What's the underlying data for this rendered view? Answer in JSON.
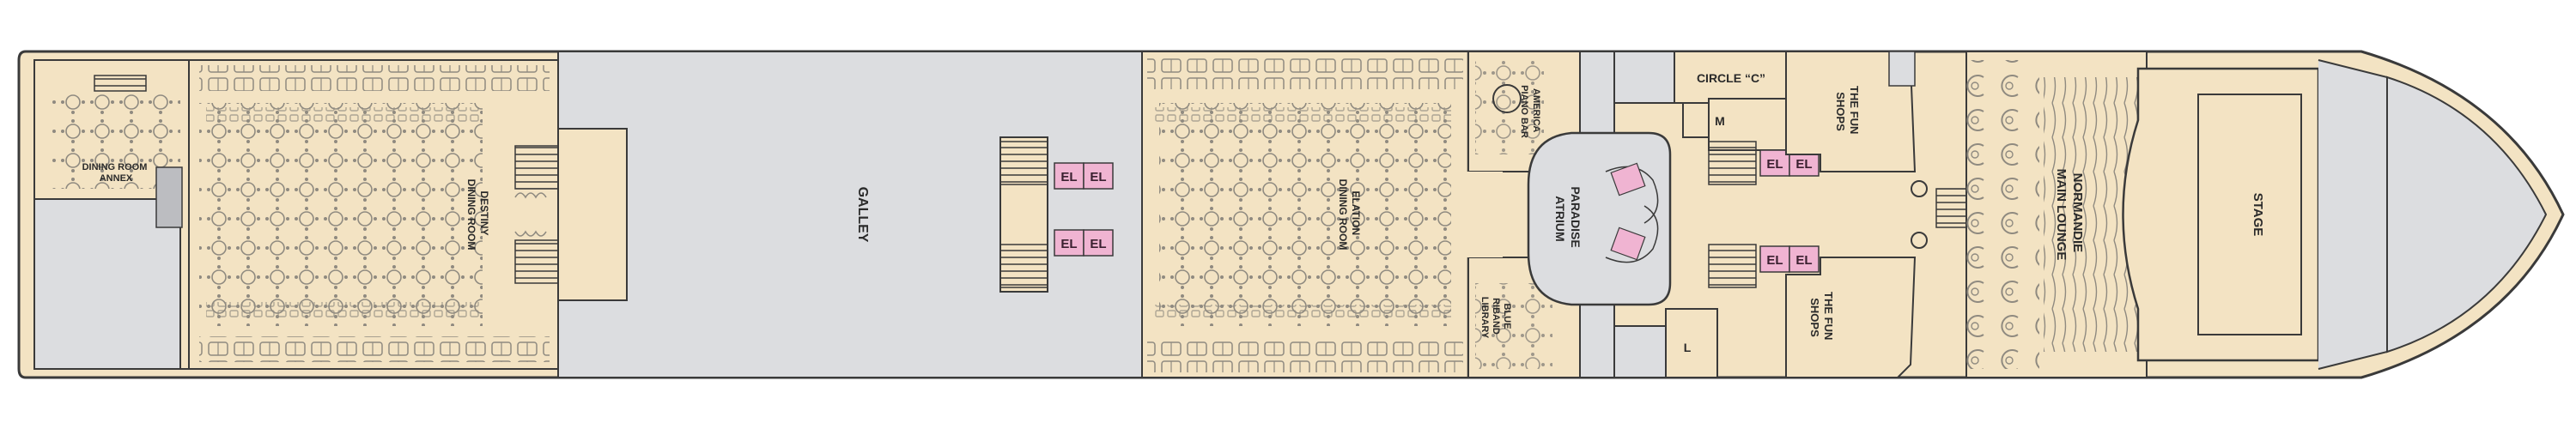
{
  "deck_plan": {
    "colors": {
      "public_area": "#f3e3c3",
      "service_area": "#dcdde0",
      "outline": "#3a3a3a",
      "elevator": "#f0b4d2",
      "furniture": "#8f8a80",
      "background": "#ffffff"
    },
    "labels": {
      "dining_room_annex": [
        "DINING ROOM",
        "ANNEX"
      ],
      "destiny_dining_room": [
        "DESTINY",
        "DINING ROOM"
      ],
      "galley": "GALLEY",
      "elation_dining_room": [
        "ELATION",
        "DINING ROOM"
      ],
      "america_piano_bar": [
        "AMERICA",
        "PIANO BAR"
      ],
      "blue_riband_library": [
        "BLUE",
        "RIBAND",
        "LIBRARY"
      ],
      "paradise_atrium": [
        "PARADISE",
        "ATRIUM"
      ],
      "circle_c": "CIRCLE “C”",
      "the_fun_shops_top": [
        "THE FUN",
        "SHOPS"
      ],
      "the_fun_shops_bottom": [
        "THE FUN",
        "SHOPS"
      ],
      "normandie_main_lounge": [
        "NORMANDIE",
        "MAIN LOUNGE"
      ],
      "stage": "STAGE",
      "elevator": "EL",
      "mens_restroom": "M",
      "ladies_restroom": "L"
    }
  }
}
